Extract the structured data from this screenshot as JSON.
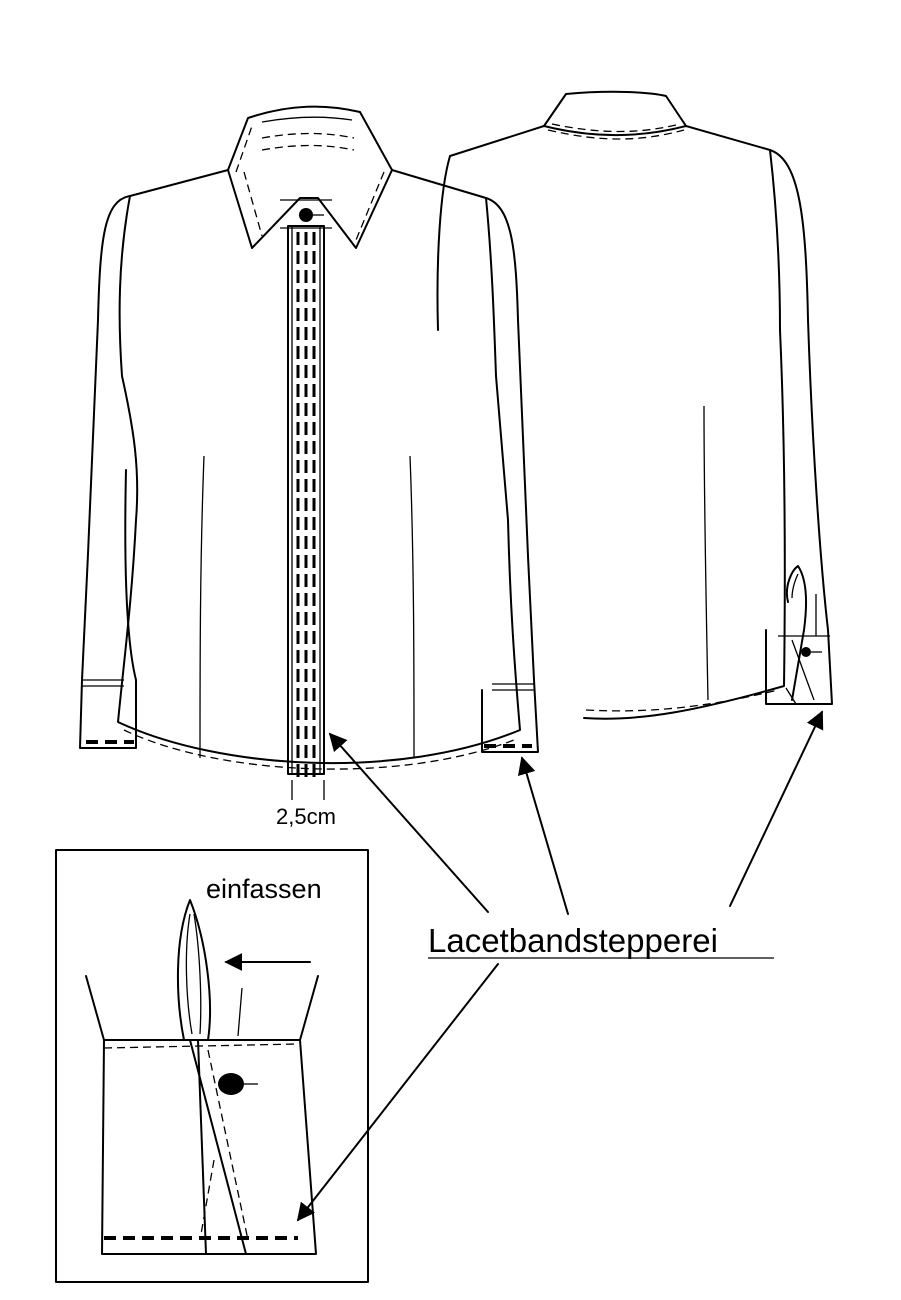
{
  "labels": {
    "measurement": "2,5cm",
    "binding_note": "einfassen",
    "callout": "Lacetbandstepperei"
  }
}
